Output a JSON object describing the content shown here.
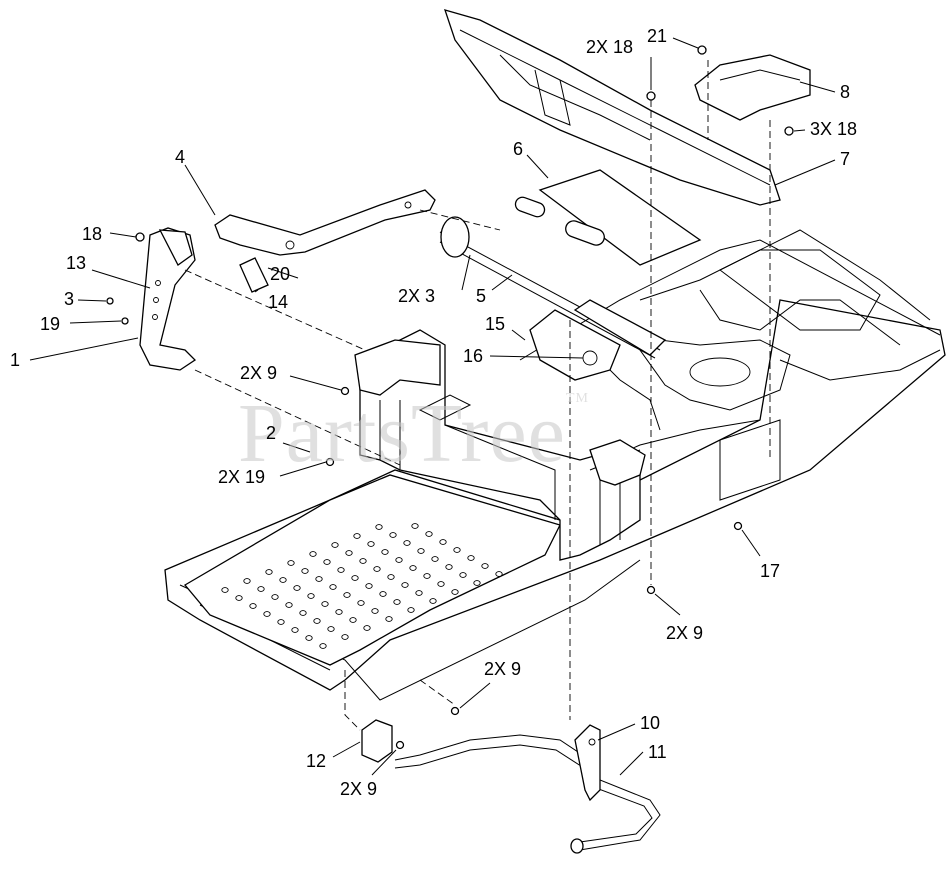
{
  "watermark": {
    "text": "PartsTree",
    "mark": "TM"
  },
  "callouts": {
    "c1": "1",
    "c2": "2",
    "c2x19": "2X 19",
    "c3": "3",
    "c19": "19",
    "c13": "13",
    "c18a": "18",
    "c4": "4",
    "c20": "20",
    "c14": "14",
    "c2x9a": "2X 9",
    "c2x3": "2X 3",
    "c5": "5",
    "c6": "6",
    "c15": "15",
    "c16": "16",
    "c2x18": "2X 18",
    "c21": "21",
    "c8": "8",
    "c3x18": "3X 18",
    "c7": "7",
    "c17": "17",
    "c2x9b": "2X 9",
    "c2x9c": "2X 9",
    "c12": "12",
    "c2x9d": "2X 9",
    "c10": "10",
    "c11": "11"
  }
}
